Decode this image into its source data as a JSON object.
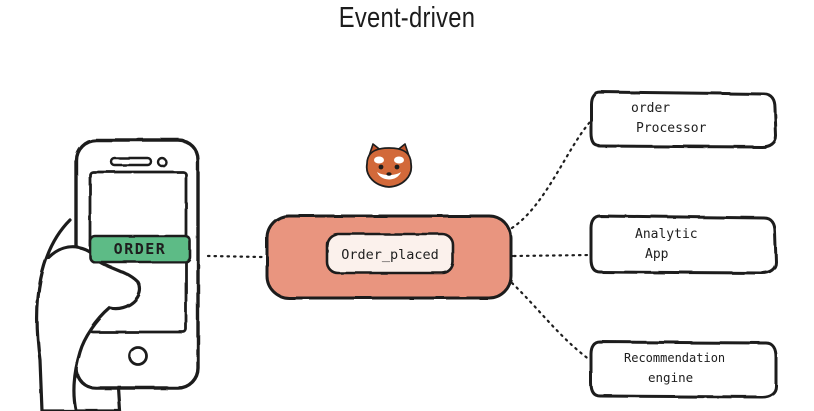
{
  "title": "Event-driven",
  "phone": {
    "button_label": "ORDER",
    "button_color": "#5dbb86"
  },
  "broker": {
    "event_label": "Order_placed",
    "color": "#e9957f",
    "mascot": "red-panda-icon"
  },
  "consumers": [
    {
      "line1": "order",
      "line2": "Processor"
    },
    {
      "line1": "Analytic",
      "line2": "App"
    },
    {
      "line1": "Recommendation",
      "line2": "engine"
    }
  ]
}
